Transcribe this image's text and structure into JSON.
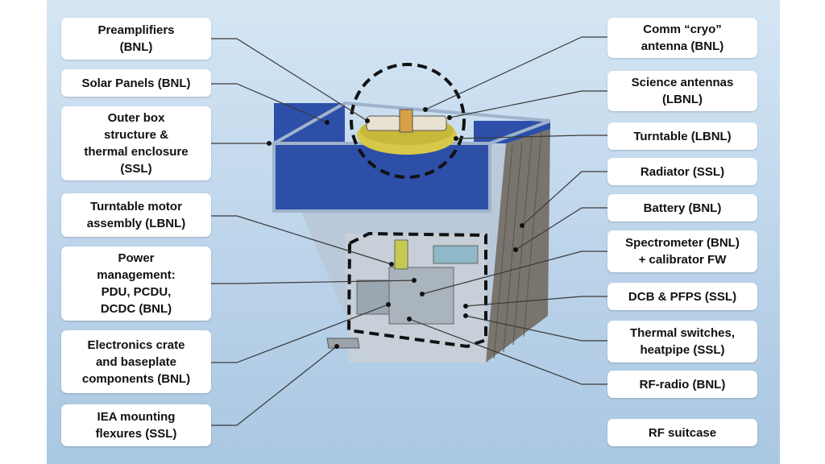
{
  "left_labels": [
    "Preamplifiers\n(BNL)",
    "Solar Panels (BNL)",
    "Outer box\nstructure &\nthermal enclosure\n(SSL)",
    "Turntable motor\nassembly (LBNL)",
    "Power\nmanagement:\nPDU, PCDU,\nDCDC (BNL)",
    "Electronics crate\nand baseplate\ncomponents (BNL)",
    "IEA mounting\nflexures (SSL)"
  ],
  "right_labels": [
    "Comm “cryo”\nantenna (BNL)",
    "Science antennas\n(LBNL)",
    "Turntable (LBNL)",
    "Radiator (SSL)",
    "Battery (BNL)",
    "Spectrometer (BNL)\n+ calibrator FW",
    "DCB & PFPS (SSL)",
    "Thermal switches,\nheatpipe (SSL)",
    "RF-radio (BNL)",
    "RF suitcase"
  ],
  "colors": {
    "solar_panel": "#2d4fa8",
    "box_frame": "#9fb4cc",
    "radiator": "#6f6a66",
    "turntable": "#d8c84a",
    "leader_line": "#3a3a3a"
  }
}
